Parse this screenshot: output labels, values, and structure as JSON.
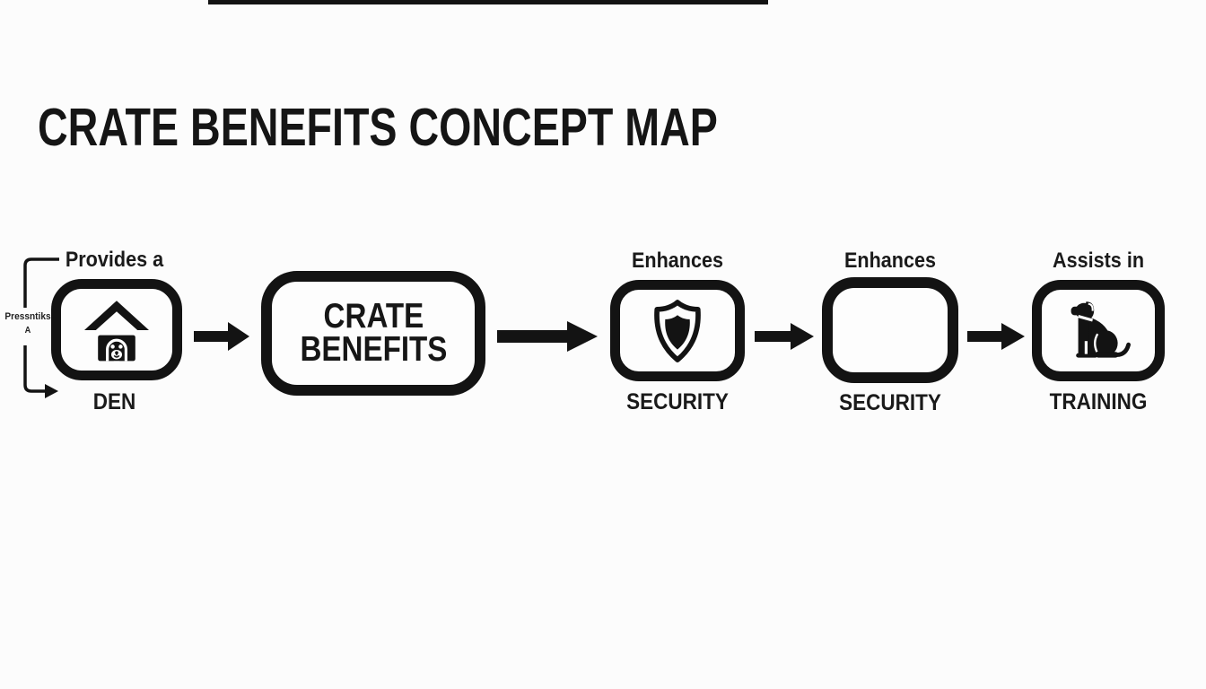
{
  "title": "CRATE BENEFITS CONCEPT MAP",
  "colors": {
    "ink": "#131313",
    "background": "#fcfcfc"
  },
  "side_annotation": {
    "text": "Pressntiks",
    "subtext": "A"
  },
  "nodes": {
    "den": {
      "relation": "Provides a",
      "label": "DEN",
      "icon": "dog-house-icon"
    },
    "crate": {
      "line1": "CRATE",
      "line2": "BENEFITS"
    },
    "security_shield": {
      "relation": "Enhances",
      "label": "SECURITY",
      "icon": "shield-icon"
    },
    "security_plain": {
      "relation": "Enhances",
      "label": "SECURITY",
      "icon": "none"
    },
    "training": {
      "relation": "Assists in",
      "label": "TRAINING",
      "icon": "sitting-dog-icon"
    }
  },
  "connectors": [
    {
      "from": "den",
      "to": "crate",
      "style": "thick-right-arrow"
    },
    {
      "from": "crate",
      "to": "security_shield",
      "style": "thick-right-arrow"
    },
    {
      "from": "security_shield",
      "to": "security_plain",
      "style": "thick-right-arrow"
    },
    {
      "from": "security_plain",
      "to": "training",
      "style": "thick-right-arrow"
    },
    {
      "from": "side-bracket",
      "to": "den",
      "style": "thin-bracket-arrow"
    }
  ]
}
